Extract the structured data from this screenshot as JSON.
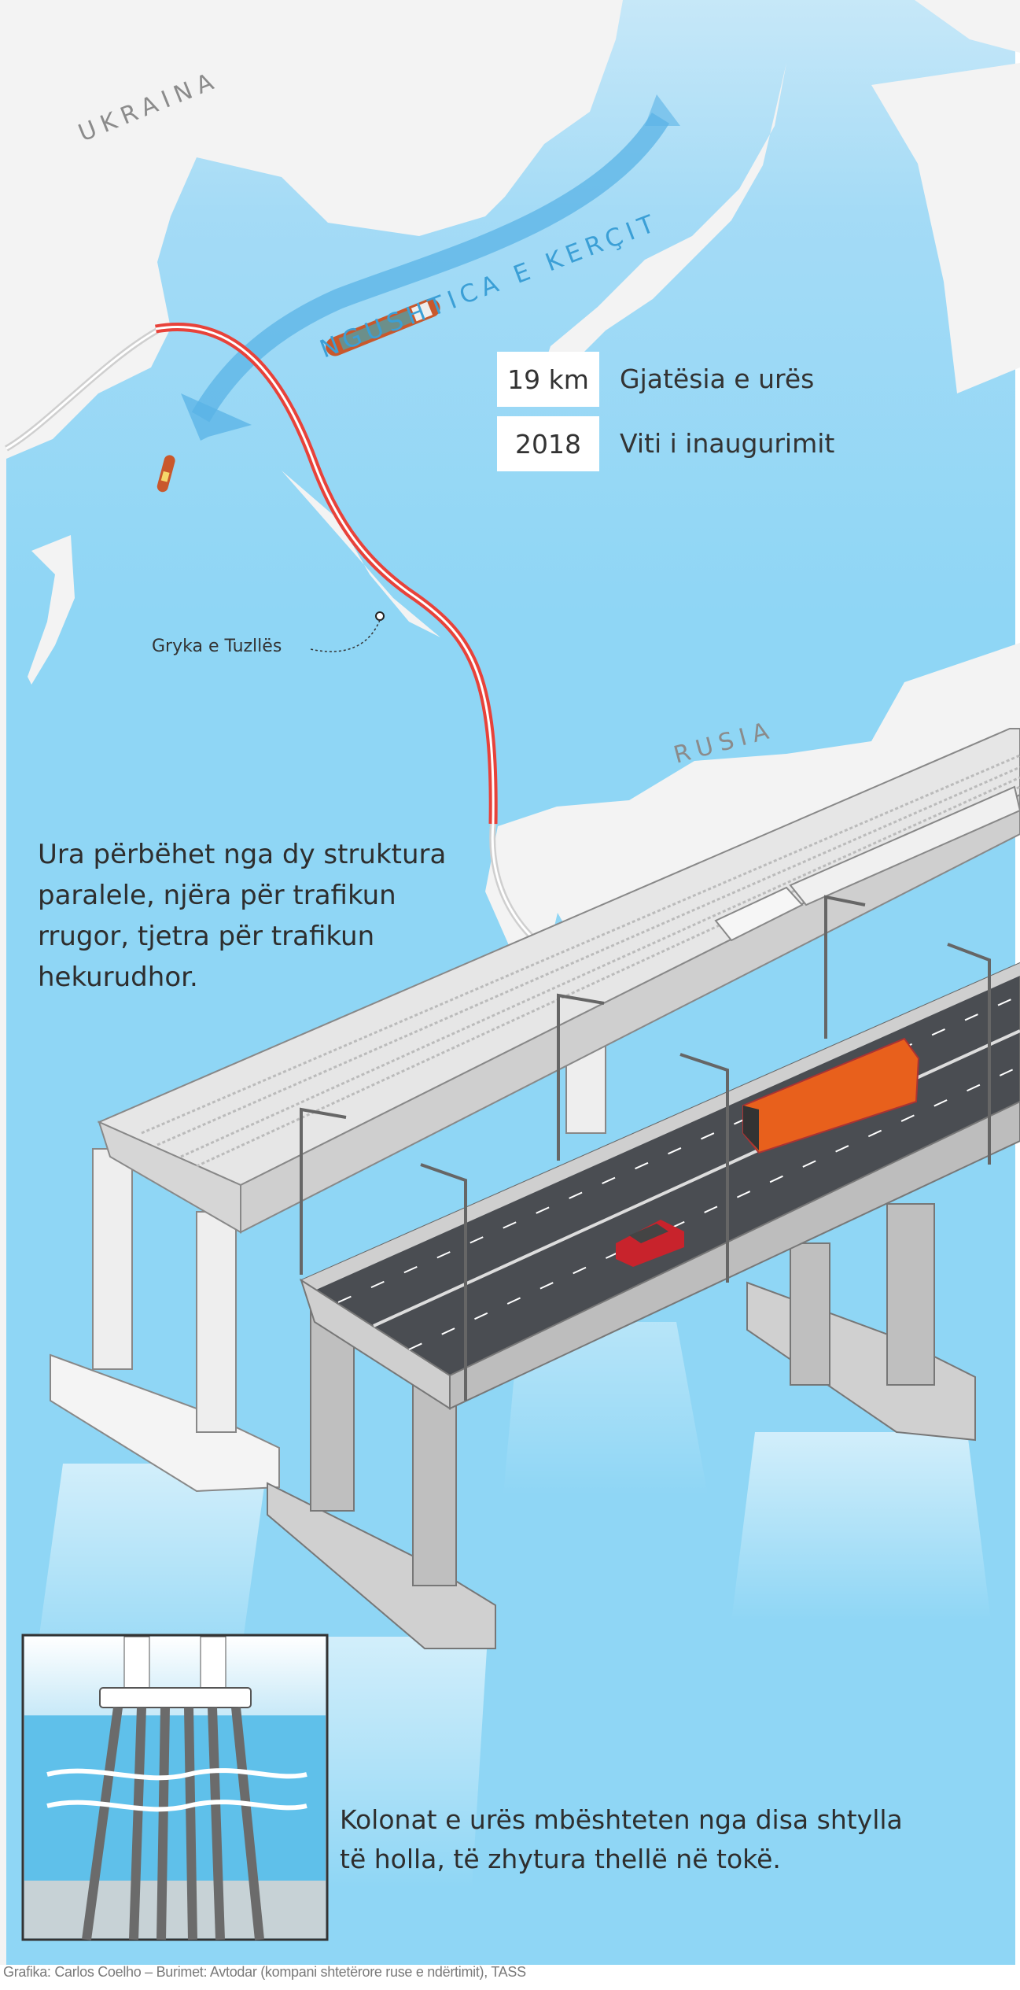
{
  "map": {
    "country_north": "UKRAINA",
    "country_south": "RUSIA",
    "strait_label": "NGUSHTICA E KERÇIT",
    "spit_label": "Gryka e Tuzllës"
  },
  "stats": [
    {
      "value": "19 km",
      "label": "Gjatësia e urës"
    },
    {
      "value": "2018",
      "label": "Viti i inaugurimit"
    }
  ],
  "description": {
    "lines": [
      "Ura përbëhet nga dy struktura",
      "paralele, njëra për trafikun",
      "rrugor, tjetra për trafikun",
      "hekurudhor."
    ]
  },
  "inset_caption": {
    "lines": [
      "Kolonat e urës mbështeten nga disa shtylla",
      "të holla, të zhytura thellë në tokë."
    ]
  },
  "footer": "Grafika: Carlos Coelho – Burimet: Avtodar (kompani shtetërore ruse e ndërtimit), TASS",
  "colors": {
    "sea": "#8fd6f5",
    "land": "#f3f3f3",
    "bridge_route": "#e8423a",
    "arrow": "#5ab3e6",
    "bus": "#e8601c",
    "car": "#c8232c"
  }
}
